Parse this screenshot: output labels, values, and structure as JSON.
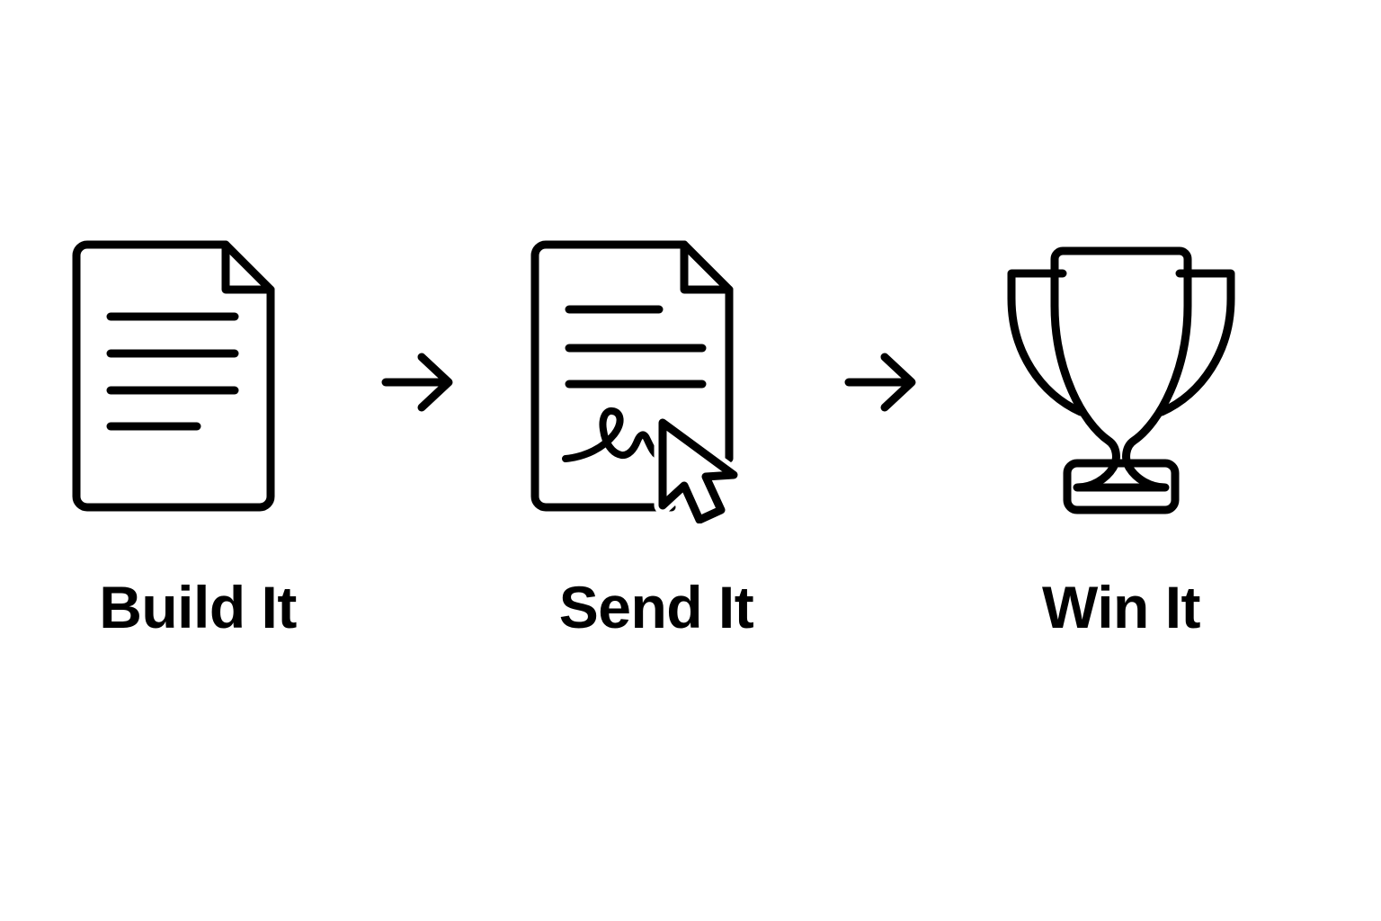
{
  "page": {
    "background_color": "#ffffff",
    "stroke_color": "#000000",
    "title": "Build It Send It Win It process graphic"
  },
  "process": {
    "steps": [
      {
        "id": "build",
        "label": "Build It",
        "icon": "document-lines-icon",
        "icon_description": "Document page with folded corner and four text lines"
      },
      {
        "id": "send",
        "label": "Send It",
        "icon": "signed-document-cursor-icon",
        "icon_description": "Document page with folded corner, three text lines, a handwritten signature and an arrow cursor"
      },
      {
        "id": "win",
        "label": "Win It",
        "icon": "trophy-icon",
        "icon_description": "Trophy cup with two handles, stem and base"
      }
    ],
    "connectors": [
      {
        "id": "arrow-1",
        "icon": "arrow-right-icon"
      },
      {
        "id": "arrow-2",
        "icon": "arrow-right-icon"
      }
    ]
  }
}
